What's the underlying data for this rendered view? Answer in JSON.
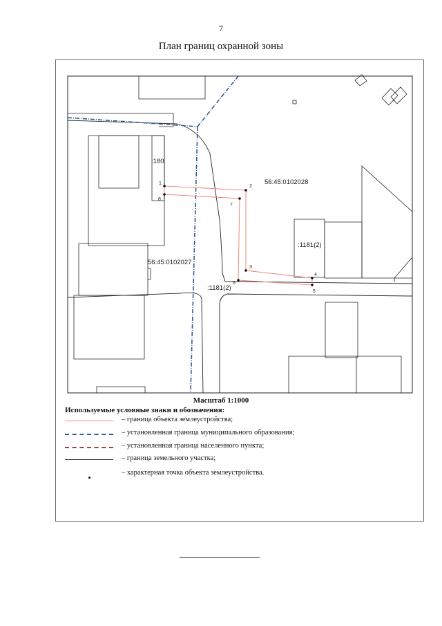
{
  "header": {
    "page_number": "7",
    "title": "План границ охранной зоны"
  },
  "map": {
    "labels": {
      "parcel_180": ":180",
      "quarter_north": "56:45:0102028",
      "quarter_south": "56:45:0102027",
      "parcel_1181_east": ":1181(2)",
      "parcel_1181_road": ":1181(2)"
    },
    "points": [
      {
        "id": "1",
        "label": "1"
      },
      {
        "id": "2",
        "label": "2"
      },
      {
        "id": "3",
        "label": "3"
      },
      {
        "id": "4",
        "label": "4"
      },
      {
        "id": "5",
        "label": "5"
      },
      {
        "id": "6",
        "label": "6"
      },
      {
        "id": "7",
        "label": "7"
      },
      {
        "id": "8",
        "label": "8"
      }
    ],
    "colors": {
      "object_boundary": "#f08a7a",
      "municipal_boundary": "#2f5a92",
      "settlement_boundary": "#a83a3a",
      "parcel_boundary": "#222222",
      "point": "#111111"
    }
  },
  "scale": {
    "label": "Масштаб 1:1000"
  },
  "legend": {
    "heading": "Используемые условные знаки и обозначения:",
    "items": [
      {
        "key": "object",
        "text": "– граница объекта землеустройства;"
      },
      {
        "key": "municipal",
        "text": "– установленная граница муниципального образования;"
      },
      {
        "key": "settlement",
        "text": "– установленная граница населенного пункта;"
      },
      {
        "key": "parcel",
        "text": "– граница земельного участка;"
      },
      {
        "key": "point",
        "text": "– характерная точка объекта землеустройства."
      }
    ]
  }
}
